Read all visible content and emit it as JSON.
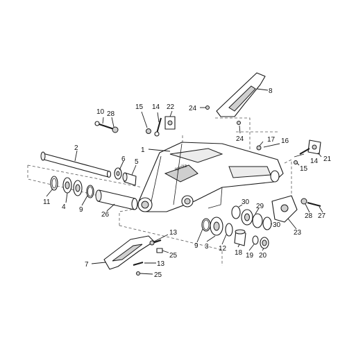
{
  "diagram": {
    "brand_mark": "aprilia",
    "callouts": [
      {
        "id": "c1",
        "label": "1"
      },
      {
        "id": "c2",
        "label": "2"
      },
      {
        "id": "c3",
        "label": "3"
      },
      {
        "id": "c4",
        "label": "4"
      },
      {
        "id": "c5",
        "label": "5"
      },
      {
        "id": "c6",
        "label": "6"
      },
      {
        "id": "c7",
        "label": "7"
      },
      {
        "id": "c8",
        "label": "8"
      },
      {
        "id": "c9a",
        "label": "9"
      },
      {
        "id": "c9b",
        "label": "9"
      },
      {
        "id": "c10",
        "label": "10"
      },
      {
        "id": "c11",
        "label": "11"
      },
      {
        "id": "c12",
        "label": "12"
      },
      {
        "id": "c13a",
        "label": "13"
      },
      {
        "id": "c13b",
        "label": "13"
      },
      {
        "id": "c14a",
        "label": "14"
      },
      {
        "id": "c14b",
        "label": "14"
      },
      {
        "id": "c15a",
        "label": "15"
      },
      {
        "id": "c15b",
        "label": "15"
      },
      {
        "id": "c16",
        "label": "16"
      },
      {
        "id": "c17",
        "label": "17"
      },
      {
        "id": "c18",
        "label": "18"
      },
      {
        "id": "c19",
        "label": "19"
      },
      {
        "id": "c20",
        "label": "20"
      },
      {
        "id": "c21",
        "label": "21"
      },
      {
        "id": "c22",
        "label": "22"
      },
      {
        "id": "c23",
        "label": "23"
      },
      {
        "id": "c24a",
        "label": "24"
      },
      {
        "id": "c24b",
        "label": "24"
      },
      {
        "id": "c25a",
        "label": "25"
      },
      {
        "id": "c25b",
        "label": "25"
      },
      {
        "id": "c26",
        "label": "26"
      },
      {
        "id": "c27",
        "label": "27"
      },
      {
        "id": "c28a",
        "label": "28"
      },
      {
        "id": "c28b",
        "label": "28"
      },
      {
        "id": "c29",
        "label": "29"
      },
      {
        "id": "c30a",
        "label": "30"
      },
      {
        "id": "c30b",
        "label": "30"
      }
    ]
  }
}
